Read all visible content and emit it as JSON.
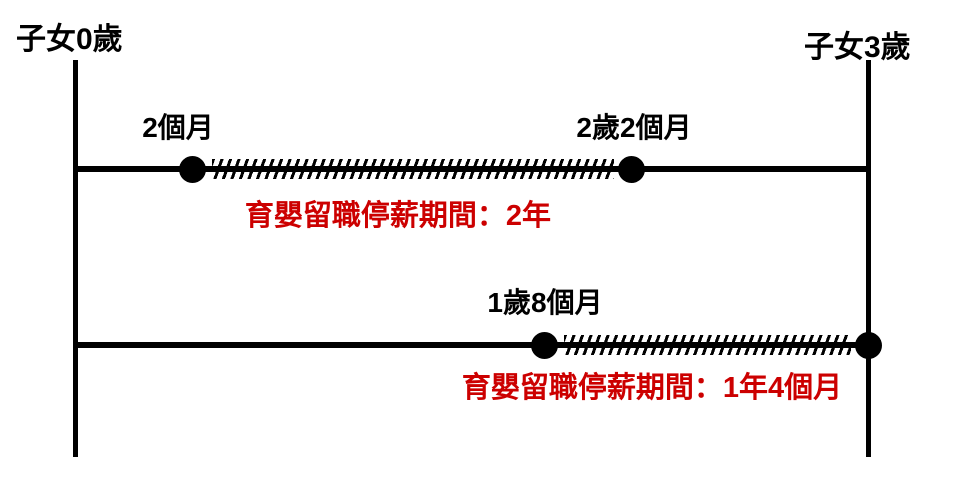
{
  "diagram": {
    "axis": {
      "start_label": "子女0歲",
      "end_label": "子女3歲"
    },
    "timeline1": {
      "start_label": "2個月",
      "end_label": "2歲2個月",
      "caption": "育嬰留職停薪期間：2年"
    },
    "timeline2": {
      "start_label": "1歲8個月",
      "caption": "育嬰留職停薪期間：1年4個月"
    },
    "colors": {
      "line": "#000000",
      "caption_red": "#cc0000"
    }
  }
}
